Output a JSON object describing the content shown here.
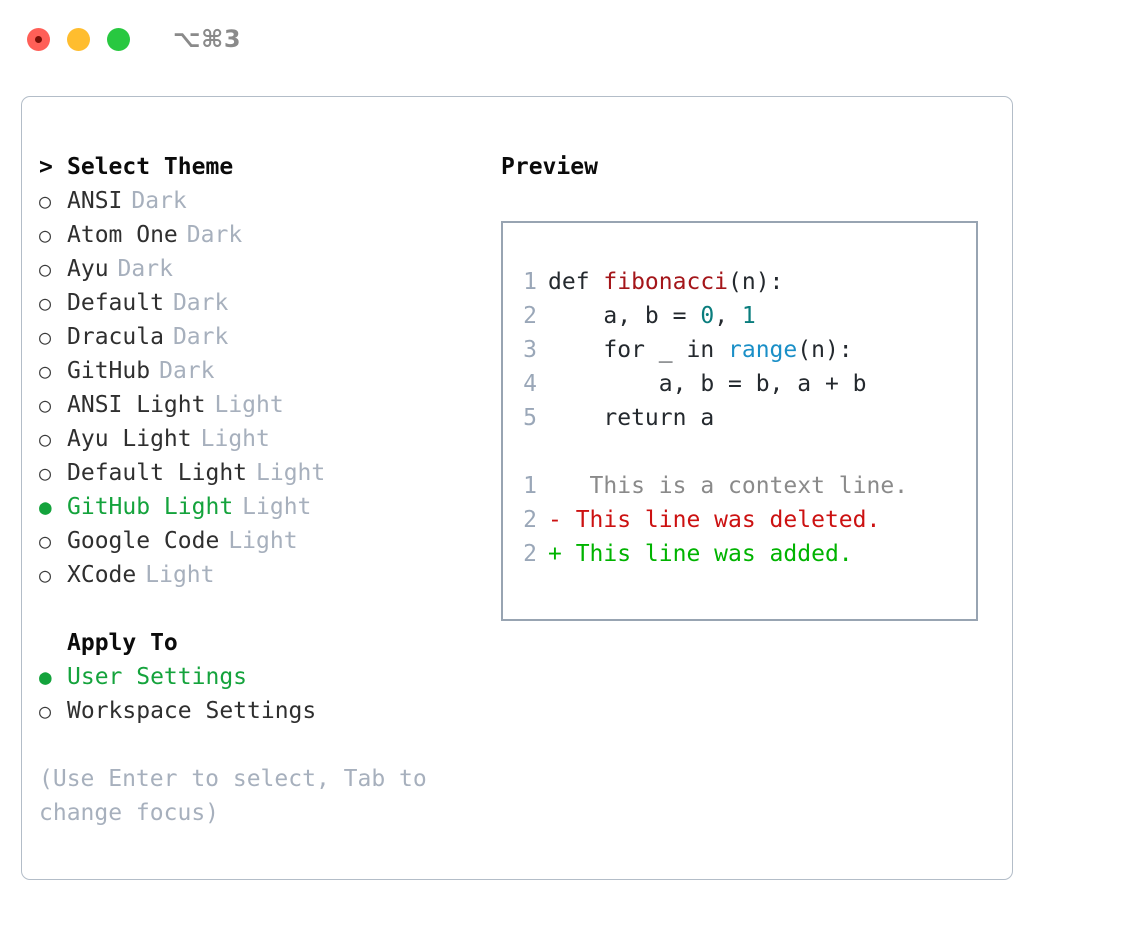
{
  "titlebar": {
    "shortcut": "⌥⌘3",
    "buttons": [
      {
        "name": "close",
        "color": "#ff5f57"
      },
      {
        "name": "minimize",
        "color": "#ffbd2e"
      },
      {
        "name": "maximize",
        "color": "#28c840"
      }
    ]
  },
  "theme_picker": {
    "header_caret": ">",
    "header_label": "Select Theme",
    "bullet_unselected": "○",
    "bullet_selected": "●",
    "items": [
      {
        "label": "ANSI",
        "kind": "Dark",
        "selected": false
      },
      {
        "label": "Atom One",
        "kind": "Dark",
        "selected": false
      },
      {
        "label": "Ayu",
        "kind": "Dark",
        "selected": false
      },
      {
        "label": "Default",
        "kind": "Dark",
        "selected": false
      },
      {
        "label": "Dracula",
        "kind": "Dark",
        "selected": false
      },
      {
        "label": "GitHub",
        "kind": "Dark",
        "selected": false
      },
      {
        "label": "ANSI Light",
        "kind": "Light",
        "selected": false
      },
      {
        "label": "Ayu Light",
        "kind": "Light",
        "selected": false
      },
      {
        "label": "Default Light",
        "kind": "Light",
        "selected": false
      },
      {
        "label": "GitHub Light",
        "kind": "Light",
        "selected": true
      },
      {
        "label": "Google Code",
        "kind": "Light",
        "selected": false
      },
      {
        "label": "XCode",
        "kind": "Light",
        "selected": false
      }
    ]
  },
  "apply_to": {
    "title": "Apply To",
    "items": [
      {
        "label": "User Settings",
        "selected": true
      },
      {
        "label": "Workspace Settings",
        "selected": false
      }
    ]
  },
  "hint": "(Use Enter to select, Tab to change focus)",
  "preview": {
    "title": "Preview",
    "code_lines": [
      {
        "num": "1",
        "tokens": [
          {
            "t": "def ",
            "c": "kw"
          },
          {
            "t": "fibonacci",
            "c": "fn"
          },
          {
            "t": "(n):",
            "c": "plain"
          }
        ]
      },
      {
        "num": "2",
        "tokens": [
          {
            "t": "    a, b = ",
            "c": "plain"
          },
          {
            "t": "0",
            "c": "num"
          },
          {
            "t": ", ",
            "c": "plain"
          },
          {
            "t": "1",
            "c": "num"
          }
        ]
      },
      {
        "num": "3",
        "tokens": [
          {
            "t": "    for _ in ",
            "c": "plain"
          },
          {
            "t": "range",
            "c": "bi"
          },
          {
            "t": "(n):",
            "c": "plain"
          }
        ]
      },
      {
        "num": "4",
        "tokens": [
          {
            "t": "        a, b = b, a + b",
            "c": "plain"
          }
        ]
      },
      {
        "num": "5",
        "tokens": [
          {
            "t": "    return a",
            "c": "plain"
          }
        ]
      }
    ],
    "diff_lines": [
      {
        "num": "1",
        "marker": " ",
        "text": "  This is a context line.",
        "kind": "ctx"
      },
      {
        "num": "2",
        "marker": "-",
        "text": " This line was deleted.",
        "kind": "del"
      },
      {
        "num": "2",
        "marker": "+",
        "text": " This line was added.",
        "kind": "add"
      }
    ]
  },
  "colors": {
    "accent_green": "#14a33c",
    "muted": "#a7b0bd",
    "panel_border": "#b3bdc8",
    "code_border": "#98a4b2",
    "syntax_function": "#a4161a",
    "syntax_number": "#0a7d7d",
    "syntax_builtin": "#1a8fc7",
    "diff_deleted": "#cc1111",
    "diff_added": "#00b300",
    "diff_context": "#8a8a8a"
  }
}
